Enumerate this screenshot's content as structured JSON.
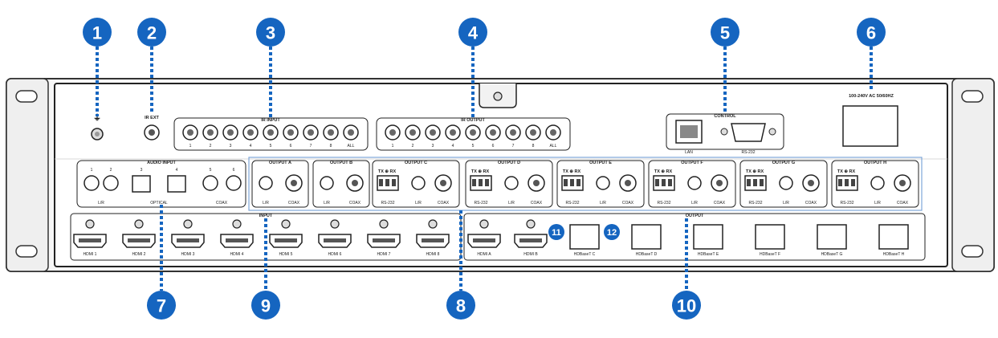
{
  "callouts": [
    {
      "number": "1",
      "color": "#1565c0"
    },
    {
      "number": "2",
      "color": "#1565c0"
    },
    {
      "number": "3",
      "color": "#1565c0"
    },
    {
      "number": "4",
      "color": "#1565c0"
    },
    {
      "number": "5",
      "color": "#1565c0"
    },
    {
      "number": "6",
      "color": "#1565c0"
    },
    {
      "number": "7",
      "color": "#1565c0"
    },
    {
      "number": "8",
      "color": "#1565c0"
    },
    {
      "number": "9",
      "color": "#1565c0"
    },
    {
      "number": "10",
      "color": "#1565c0"
    },
    {
      "number": "11",
      "color": "#1565c0"
    },
    {
      "number": "12",
      "color": "#1565c0"
    }
  ],
  "ground_symbol": "⏚",
  "ir_ext_label": "IR EXT",
  "ir_input": {
    "title": "IR INPUT",
    "ports": [
      "1",
      "2",
      "3",
      "4",
      "5",
      "6",
      "7",
      "8",
      "ALL"
    ]
  },
  "ir_output": {
    "title": "IR OUTPUT",
    "ports": [
      "1",
      "2",
      "3",
      "4",
      "5",
      "6",
      "7",
      "8",
      "ALL"
    ]
  },
  "control": {
    "title": "CONTROL",
    "lan": "LAN",
    "rs232": "RS-232"
  },
  "power_label": "100-240V AC 50/60HZ",
  "audio_input": {
    "title": "AUDIO INPUT",
    "channels": [
      "1",
      "2",
      "3",
      "4",
      "5",
      "6"
    ],
    "lr": "L/R",
    "optical": "OPTICAL",
    "coax": "COAX"
  },
  "outputs_audio": [
    {
      "title": "OUTPUT A",
      "lr": "L/R",
      "coax": "COAX"
    },
    {
      "title": "OUTPUT B",
      "lr": "L/R",
      "coax": "COAX"
    },
    {
      "title": "OUTPUT C",
      "txrx": "TX ⊕ RX",
      "rs232": "RS-232",
      "lr": "L/R",
      "coax": "COAX"
    },
    {
      "title": "OUTPUT D",
      "txrx": "TX ⊕ RX",
      "rs232": "RS-232",
      "lr": "L/R",
      "coax": "COAX"
    },
    {
      "title": "OUTPUT E",
      "txrx": "TX ⊕ RX",
      "rs232": "RS-232",
      "lr": "L/R",
      "coax": "COAX"
    },
    {
      "title": "OUTPUT F",
      "txrx": "TX ⊕ RX",
      "rs232": "RS-232",
      "lr": "L/R",
      "coax": "COAX"
    },
    {
      "title": "OUTPUT G",
      "txrx": "TX ⊕ RX",
      "rs232": "RS-232",
      "lr": "L/R",
      "coax": "COAX"
    },
    {
      "title": "OUTPUT H",
      "txrx": "TX ⊕ RX",
      "rs232": "RS-232",
      "lr": "L/R",
      "coax": "COAX"
    }
  ],
  "input": {
    "title": "INPUT",
    "ports": [
      "HDMI 1",
      "HDMI 2",
      "HDMI 3",
      "HDMI 4",
      "HDMI 5",
      "HDMI 6",
      "HDMI 7",
      "HDMI 8"
    ]
  },
  "output": {
    "title": "OUTPUT",
    "hdmi": [
      "HDMI A",
      "HDMI B"
    ],
    "hdbaset": [
      "HDBaseT C",
      "HDBaseT D",
      "HDBaseT E",
      "HDBaseT F",
      "HDBaseT G",
      "HDBaseT H"
    ]
  }
}
